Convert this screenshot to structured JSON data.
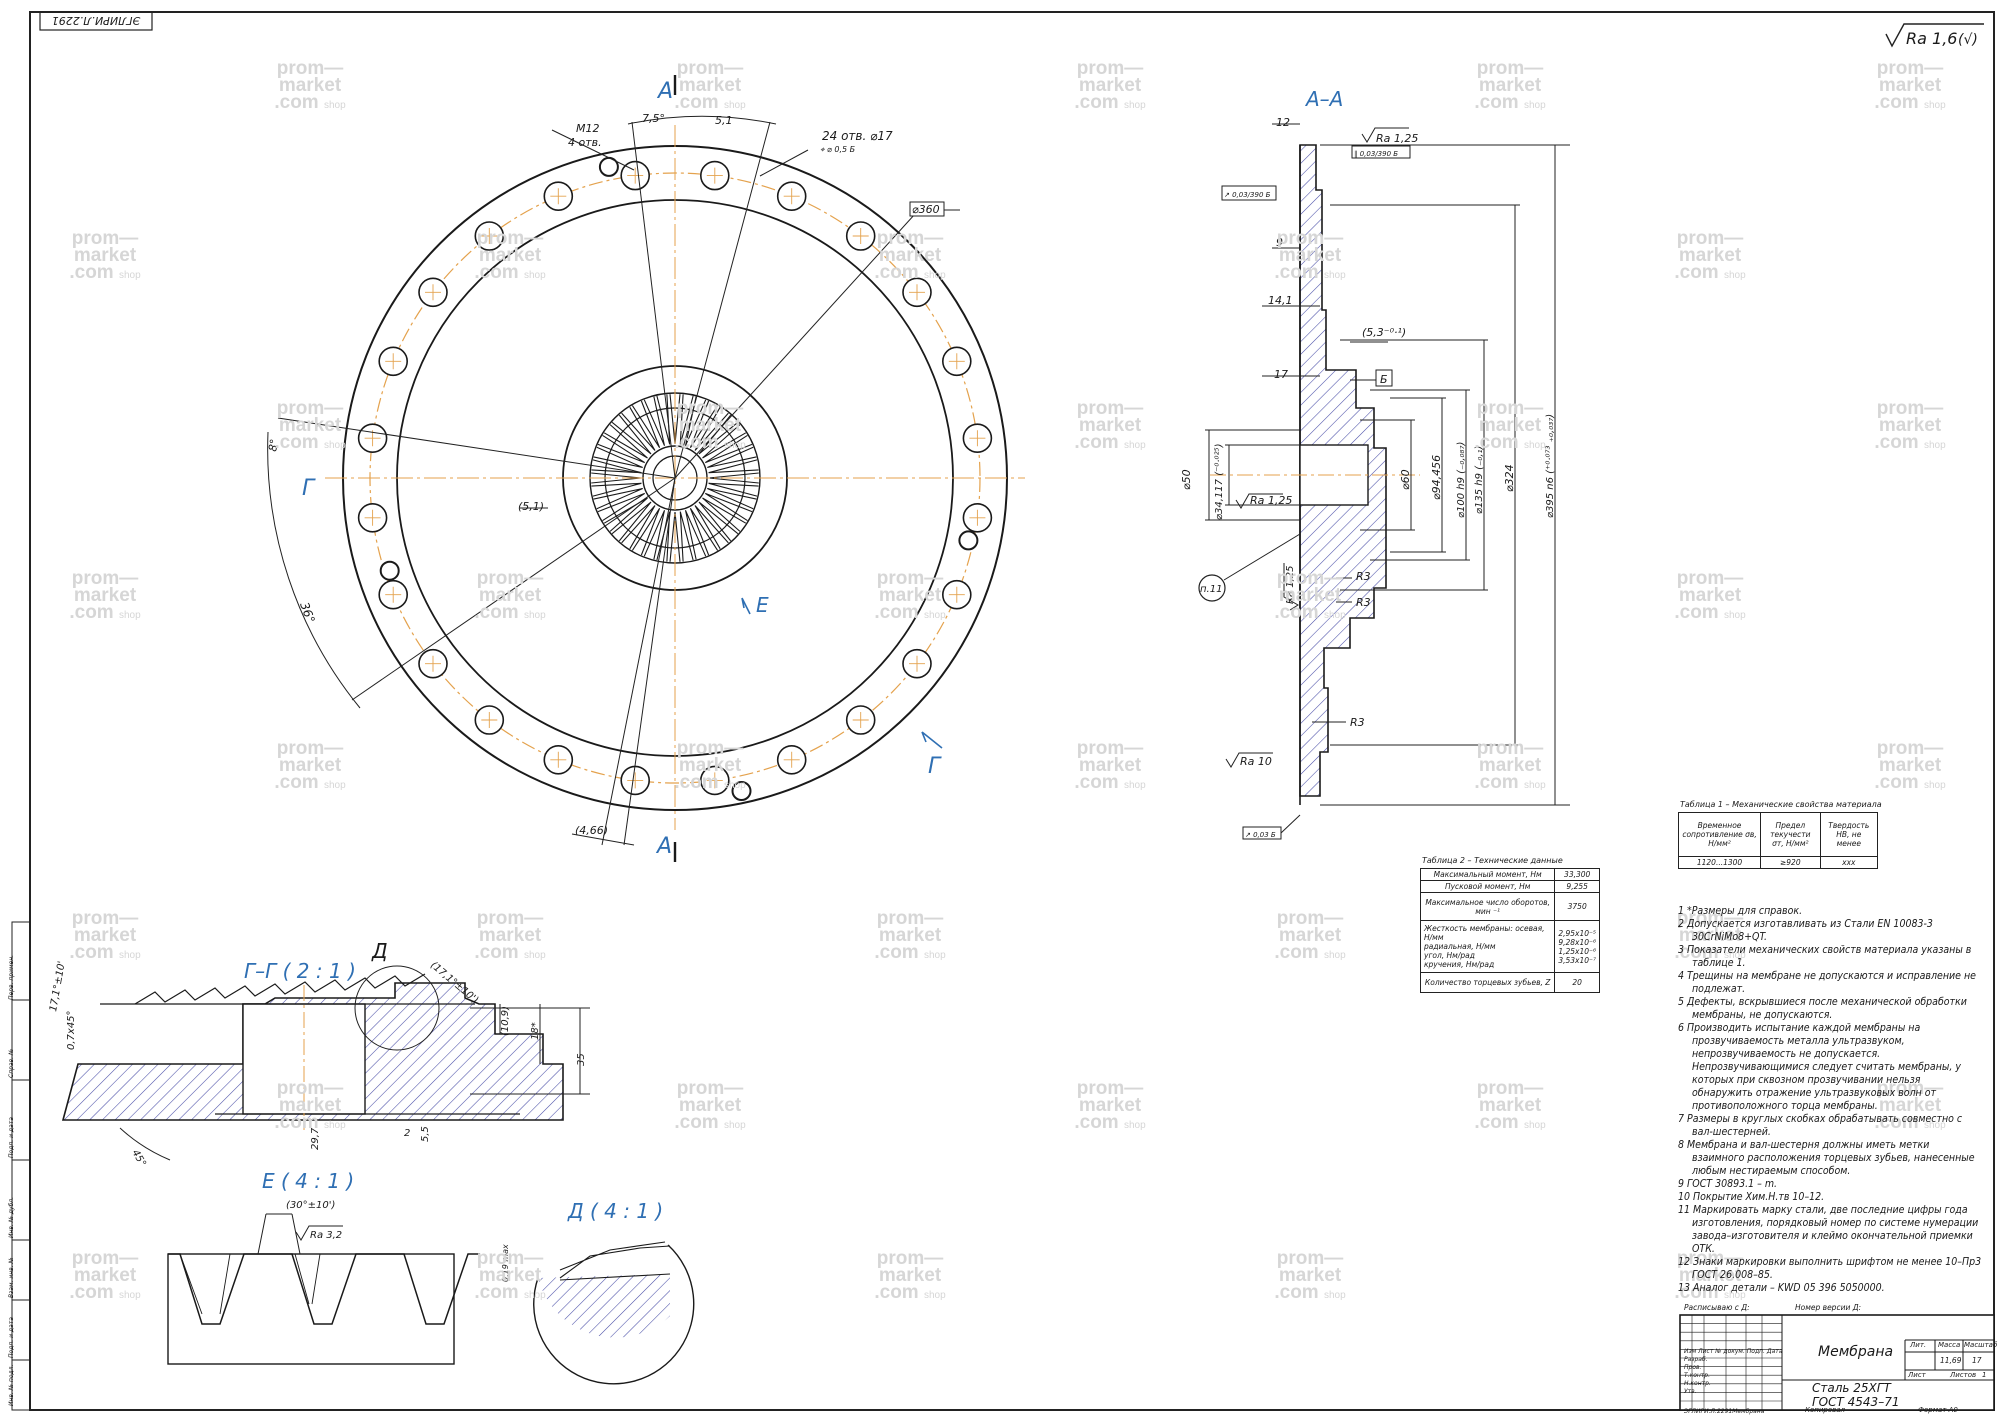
{
  "sheet": {
    "top_code": "ЭГЛИРИ.Л.2291",
    "roughness_general": "Ra 1,6",
    "roughness_general_suffix": "(√)",
    "watermark_line1": "prom—",
    "watermark_line2": "market",
    "watermark_line3": ".com",
    "watermark_shop": "shop"
  },
  "front_view": {
    "section_mark_a_top": "А",
    "section_mark_a_bottom": "А",
    "section_mark_g_left": "Г",
    "section_mark_g_right": "Г",
    "view_mark_e": "Е",
    "angle_top": "7,5°",
    "dim_5_1_top": "5,1",
    "dim_5_1_mid": "(5,1)",
    "dim_4_66": "(4,66)",
    "thread_label": "М12",
    "thread_count": "4 отв.",
    "holes_label": "24 отв. ⌀17",
    "holes_tolerance": "⌖ ⌀ 0,5 Б",
    "dia_360": "⌀360",
    "angle_36": "36°",
    "angle_8": "8°"
  },
  "section_aa": {
    "title": "А–А",
    "dim_12": "12",
    "dim_9": "9",
    "dim_14_1": "14,1",
    "dim_17": "17",
    "dim_5_3": "(5,3⁻⁰·¹)",
    "datum_b": "Б",
    "ra_top": "Ra 1,25",
    "ra_bore": "Ra 1,25",
    "ra_side": "Ra 1,25",
    "ra_bottom": "Ra 10",
    "tol_top": "∥ 0,03/390 Б",
    "tol_left": "↗ 0,03/390 Б",
    "tol_bottom": "↗ 0,03 Б",
    "d50": "⌀50",
    "d34": "⌀34,117 (⁻⁰·⁰²⁵)",
    "d60": "⌀60",
    "d94": "⌀94,456",
    "d100": "⌀100 h9 (₋₀,₀₈₇)",
    "d135": "⌀135 h9 (₋₀,₁)",
    "d324": "⌀324",
    "d395": "⌀395 n6 (⁺⁰·⁰⁷³ ₊₀,₀₃₇)",
    "r3_1": "R3",
    "r3_2": "R3",
    "r3_3": "R3",
    "callout": "п.11"
  },
  "section_gg": {
    "title": "Г–Г ( 2 : 1 )",
    "detail_mark": "Д",
    "angle_17_top": "(17,1°±10')",
    "angle_17_left": "17,1°±10'",
    "chamfer": "0,7х45°",
    "dim_10_9": "(10,9)",
    "dim_18": "18*",
    "dim_35": "35",
    "dim_29_7": "29,7",
    "dim_2": "2",
    "dim_5_5": "5,5",
    "angle_45": "45°"
  },
  "view_e": {
    "title": "Е ( 4 : 1 )",
    "angle": "(30°±10')",
    "roughness": "Ra 3,2"
  },
  "view_d": {
    "title": "Д ( 4 : 1 )",
    "dim": "0,19 max"
  },
  "table1": {
    "caption": "Таблица 1 – Механические свойства материала",
    "headers": [
      "Временное сопротивление σв, Н/мм²",
      "Предел текучести σт, Н/мм²",
      "Твердость НВ, не менее"
    ],
    "values": [
      "1120...1300",
      "≥920",
      "ххх"
    ]
  },
  "table2": {
    "caption": "Таблица 2 – Технические данные",
    "rows": [
      [
        "Максимальный момент, Нм",
        "33,300"
      ],
      [
        "Пусковой момент, Нм",
        "9,255"
      ],
      [
        "Максимальное число оборотов, мин ⁻¹",
        "3750"
      ],
      [
        "Жесткость мембраны: осевая, Н/мм\nрадиальная, Н/мм\nугол, Нм/рад\nкручения, Нм/рад",
        "2,95х10⁻⁵\n9,28х10⁻⁶\n1,25х10⁻⁶\n3,53х10⁻⁷"
      ],
      [
        "Количество торцевых зубьев, Z",
        "20"
      ]
    ]
  },
  "notes": [
    "1  *Размеры для справок.",
    "2  Допускается изготавливать из Стали EN 10083-3 30CrNiMo8+QT.",
    "3  Показатели механических свойств материала указаны в таблице 1.",
    "4  Трещины на мембране не допускаются и исправление не подлежат.",
    "5  Дефекты, вскрывшиеся после механической обработки мембраны, не допускаются.",
    "6  Производить испытание каждой мембраны на прозвучиваемость металла ультразвуком, непрозвучиваемость не допускается. Непрозвучивающимися следует считать мембраны, у которых при сквозном прозвучивании нельзя обнаружить отражение ультразвуковых волн от противоположного торца мембраны.",
    "7  Размеры в круглых скобках обрабатывать совместно с вал-шестерней.",
    "8  Мембрана и вал-шестерня должны иметь метки взаимного расположения торцевых зубьев, нанесенные любым нестираемым способом.",
    "9  ГОСТ 30893.1 – m.",
    "10  Покрытие  Хим.Н.тв 10–12.",
    "11  Маркировать марку стали, две последние цифры года изготовления, порядковый номер по системе нумерации завода–изготовителя и клеймо окончательной приемки ОТК.",
    "12  Знаки маркировки выполнить шрифтом не менее 10–Пр3 ГОСТ 26.008–85.",
    "13  Аналог детали – KWD 05 396 5050000."
  ],
  "stamp": {
    "left_caption": "Расписываю с Д:",
    "right_caption": "Номер версии Д:",
    "name": "Мембрана",
    "material_line1": "Сталь 25ХГТ",
    "material_line2": "ГОСТ 4543–71",
    "col_lit": "Лит.",
    "col_mass": "Масса",
    "col_scale": "Масштаб",
    "mass": "11,69",
    "scale": "17",
    "sheet_label": "Лист",
    "sheets_label": "Листов",
    "sheets": "1",
    "rows_labels": [
      "Изм",
      "Лист",
      "№ докум.",
      "Подп.",
      "Дата"
    ],
    "roles": [
      "Разраб.",
      "Пров.",
      "Т.контр.",
      "Н.контр.",
      "Утв."
    ],
    "footer_code": "ЭГЛИРИ.Л.2291Мембрана",
    "footer_copy": "Копировал",
    "footer_format": "Формат А0"
  },
  "side_strip": {
    "labels": [
      "Перв. примен.",
      "Справ. №",
      "Подп. и дата",
      "Инв. № дубл.",
      "Взам. инв. №",
      "Подп. и дата",
      "Инв. № подл."
    ]
  }
}
